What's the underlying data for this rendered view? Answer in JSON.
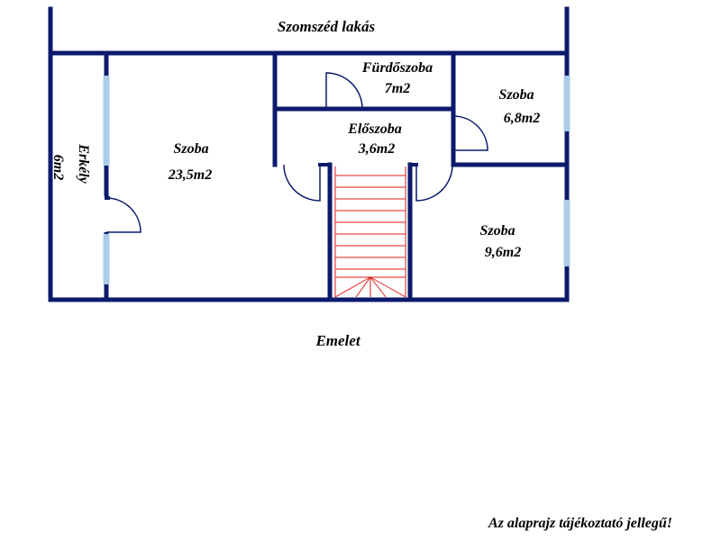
{
  "labels": {
    "neighbor": "Szomszéd lakás",
    "bathroom_name": "Fürdőszoba",
    "bathroom_area": "7m2",
    "hall_name": "Előszoba",
    "hall_area": "3,6m2",
    "room_small_name": "Szoba",
    "room_small_area": "6,8m2",
    "room_large_name": "Szoba",
    "room_large_area": "23,5m2",
    "room_mid_name": "Szoba",
    "room_mid_area": "9,6m2",
    "balcony_name": "Erkély",
    "balcony_area": "6m2",
    "floor": "Emelet",
    "disclaimer": "Az alaprajz tájékoztató jellegű!"
  },
  "colors": {
    "wall": "#0b1a6b",
    "window": "#a9cde8",
    "stairs": "#e21b1b"
  }
}
